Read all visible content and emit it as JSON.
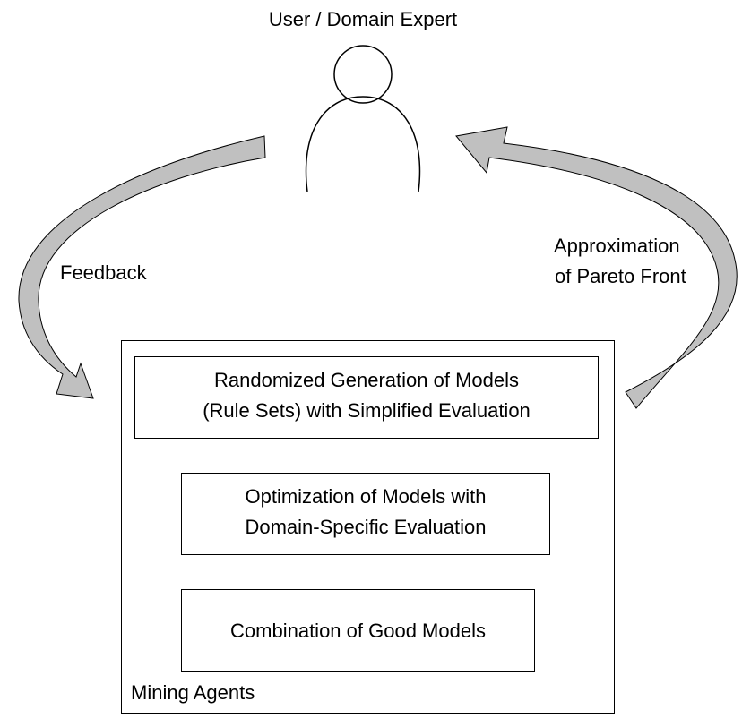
{
  "user": {
    "title": "User / Domain Expert",
    "icon": "person-icon"
  },
  "feedback": {
    "label": "Feedback",
    "icon": "curved-arrow-icon"
  },
  "pareto": {
    "line1": "Approximation",
    "line2": "of Pareto Front",
    "icon": "curved-arrow-icon"
  },
  "container": {
    "label": "Mining Agents"
  },
  "steps": [
    {
      "line1": "Randomized Generation of Models",
      "line2": "(Rule Sets) with Simplified Evaluation"
    },
    {
      "line1": "Optimization of Models with",
      "line2": "Domain-Specific Evaluation"
    },
    {
      "line1": "Combination of Good Models"
    }
  ],
  "colors": {
    "curved_arrow_fill": "#c0c0c0",
    "stroke": "#000000"
  }
}
